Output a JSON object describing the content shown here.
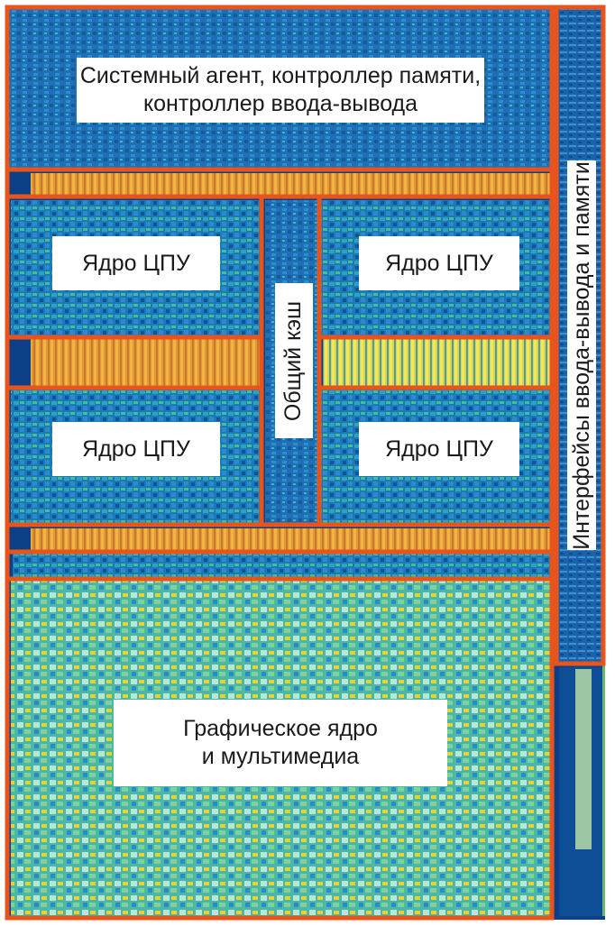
{
  "diagram": {
    "labels": {
      "system_agent": "Системный агент, контроллер памяти,\nконтроллер ввода-вывода",
      "core_top_left": "Ядро ЦПУ",
      "core_top_right": "Ядро ЦПУ",
      "core_bottom_left": "Ядро ЦПУ",
      "core_bottom_right": "Ядро ЦПУ",
      "shared_cache": "Общий кэш",
      "graphics": "Графическое ядро\nи мультимедиа",
      "io_interfaces": "Интерфейсы ввода-вывода и памяти"
    },
    "colors": {
      "outline": "#e8541c",
      "die_blue": "#1f6fb5",
      "die_deep": "#0d3f86",
      "die_teal": "#22a3b8",
      "die_green": "#5fc08a",
      "die_yellow": "#e8d238",
      "cache_orange": "#e09a3a",
      "graphics_pale": "#b9e6d6"
    }
  }
}
